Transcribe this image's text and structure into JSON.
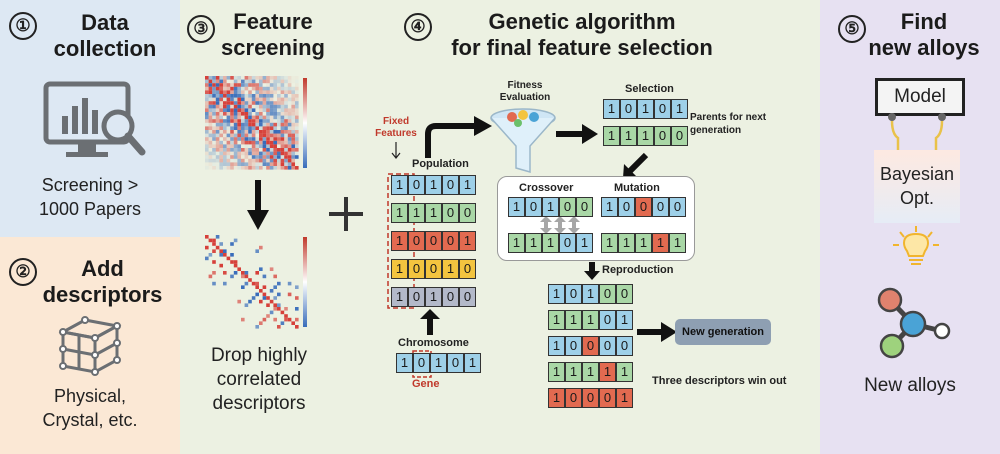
{
  "panels": {
    "p1": {
      "num": "①",
      "title_l1": "Data",
      "title_l2": "collection",
      "body_l1": "Screening >",
      "body_l2": "1000 Papers"
    },
    "p2": {
      "num": "②",
      "title_l1": "Add",
      "title_l2": "descriptors",
      "body_l1": "Physical,",
      "body_l2": "Crystal, etc."
    },
    "p3": {
      "num": "③",
      "title_l1": "Feature",
      "title_l2": "screening",
      "body_l1": "Drop highly",
      "body_l2": "correlated",
      "body_l3": "descriptors"
    },
    "p4": {
      "num": "④",
      "title_l1": "Genetic algorithm",
      "title_l2": "for final feature selection"
    },
    "p5": {
      "num": "⑤",
      "title_l1": "Find",
      "title_l2": "new alloys",
      "model": "Model",
      "bayes_l1": "Bayesian",
      "bayes_l2": "Opt.",
      "body": "New alloys"
    }
  },
  "ga": {
    "fitness_l1": "Fitness",
    "fitness_l2": "Evaluation",
    "fixed_l1": "Fixed",
    "fixed_l2": "Features",
    "population": "Population",
    "chromosome": "Chromosome",
    "gene": "Gene",
    "selection": "Selection",
    "parents_l1": "Parents for next",
    "parents_l2": "generation",
    "crossover": "Crossover",
    "mutation": "Mutation",
    "reproduction": "Reproduction",
    "new_generation": "New generation",
    "win": "Three descriptors win out",
    "population_rows": [
      {
        "color": "blue",
        "bits": [
          "1",
          "0",
          "1",
          "0",
          "1"
        ]
      },
      {
        "color": "green",
        "bits": [
          "1",
          "1",
          "1",
          "0",
          "0"
        ]
      },
      {
        "color": "red",
        "bits": [
          "1",
          "0",
          "0",
          "0",
          "1"
        ]
      },
      {
        "color": "yellow",
        "bits": [
          "1",
          "0",
          "0",
          "1",
          "0"
        ]
      },
      {
        "color": "gray",
        "bits": [
          "1",
          "0",
          "1",
          "0",
          "0"
        ]
      }
    ],
    "chromosome_row": {
      "color": "blue",
      "bits": [
        "1",
        "0",
        "1",
        "0",
        "1"
      ]
    },
    "selection_rows": [
      {
        "color": "blue",
        "bits": [
          "1",
          "0",
          "1",
          "0",
          "1"
        ]
      },
      {
        "color": "green",
        "bits": [
          "1",
          "1",
          "1",
          "0",
          "0"
        ]
      }
    ],
    "crossover_rows": [
      {
        "bits": [
          "1",
          "0",
          "1",
          "0",
          "0"
        ],
        "colors": [
          "blue",
          "blue",
          "blue",
          "green",
          "green"
        ]
      },
      {
        "bits": [
          "1",
          "1",
          "1",
          "0",
          "1"
        ],
        "colors": [
          "green",
          "green",
          "green",
          "blue",
          "blue"
        ]
      }
    ],
    "mutation_rows": [
      {
        "bits": [
          "1",
          "0",
          "0",
          "0",
          "0"
        ],
        "colors": [
          "blue",
          "blue",
          "red",
          "blue",
          "blue"
        ]
      },
      {
        "bits": [
          "1",
          "1",
          "1",
          "1",
          "1"
        ],
        "colors": [
          "green",
          "green",
          "green",
          "red",
          "green"
        ]
      }
    ],
    "reproduction_rows": [
      {
        "bits": [
          "1",
          "0",
          "1",
          "0",
          "0"
        ],
        "colors": [
          "blue",
          "blue",
          "blue",
          "green",
          "green"
        ]
      },
      {
        "bits": [
          "1",
          "1",
          "1",
          "0",
          "1"
        ],
        "colors": [
          "green",
          "green",
          "green",
          "blue",
          "blue"
        ]
      },
      {
        "bits": [
          "1",
          "0",
          "0",
          "0",
          "0"
        ],
        "colors": [
          "blue",
          "blue",
          "red",
          "blue",
          "blue"
        ]
      },
      {
        "bits": [
          "1",
          "1",
          "1",
          "1",
          "1"
        ],
        "colors": [
          "green",
          "green",
          "green",
          "red",
          "green"
        ]
      },
      {
        "bits": [
          "1",
          "0",
          "0",
          "0",
          "1"
        ],
        "colors": [
          "red",
          "red",
          "red",
          "red",
          "red"
        ]
      }
    ]
  },
  "colors": {
    "blue": "#9ed0e8",
    "green": "#a9d7a6",
    "red": "#e26a50",
    "yellow": "#f3c43f",
    "gray": "#b3b9c9",
    "panel1_bg": "#dde8f3",
    "panel2_bg": "#fbe8d5",
    "panel3_bg": "#ecf1e2",
    "panel5_bg": "#e7e1f2",
    "fixed_red": "#c0392b"
  },
  "icons": [
    "computer-monitor-chart-icon",
    "magnifier-icon",
    "crystal-cube-icon",
    "heatmap-icon",
    "filtered-heatmap-icon",
    "plus-icon",
    "funnel-icon",
    "lightbulb-icon",
    "molecule-icon"
  ]
}
